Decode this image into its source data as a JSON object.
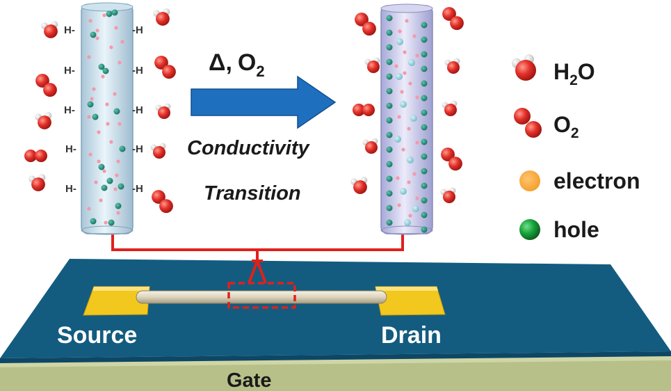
{
  "arrow": {
    "symbol": "Δ,",
    "o2_base": "O",
    "o2_sub": "2",
    "caption_line1": "Conductivity",
    "caption_line2": "Transition"
  },
  "legend": {
    "h2o_base": "H",
    "h2o_sub": "2",
    "h2o_tail": "O",
    "o2_base": "O",
    "o2_sub": "2",
    "electron": "electron",
    "hole": "hole"
  },
  "device": {
    "source": "Source",
    "drain": "Drain",
    "gate": "Gate"
  },
  "surface": {
    "h_atom": "H-",
    "h_atom_right": "-H"
  },
  "colors": {
    "substrate_top": "#135c80",
    "substrate_side": "#0e4766",
    "gate_layer": "#b7c089",
    "electrode": "#f2c81e",
    "arrow": "#1f6fbf",
    "highlight": "#e0201c",
    "electron": "#f7a6b4",
    "hole": "#1c8e78",
    "oxygen": "#e23226"
  }
}
